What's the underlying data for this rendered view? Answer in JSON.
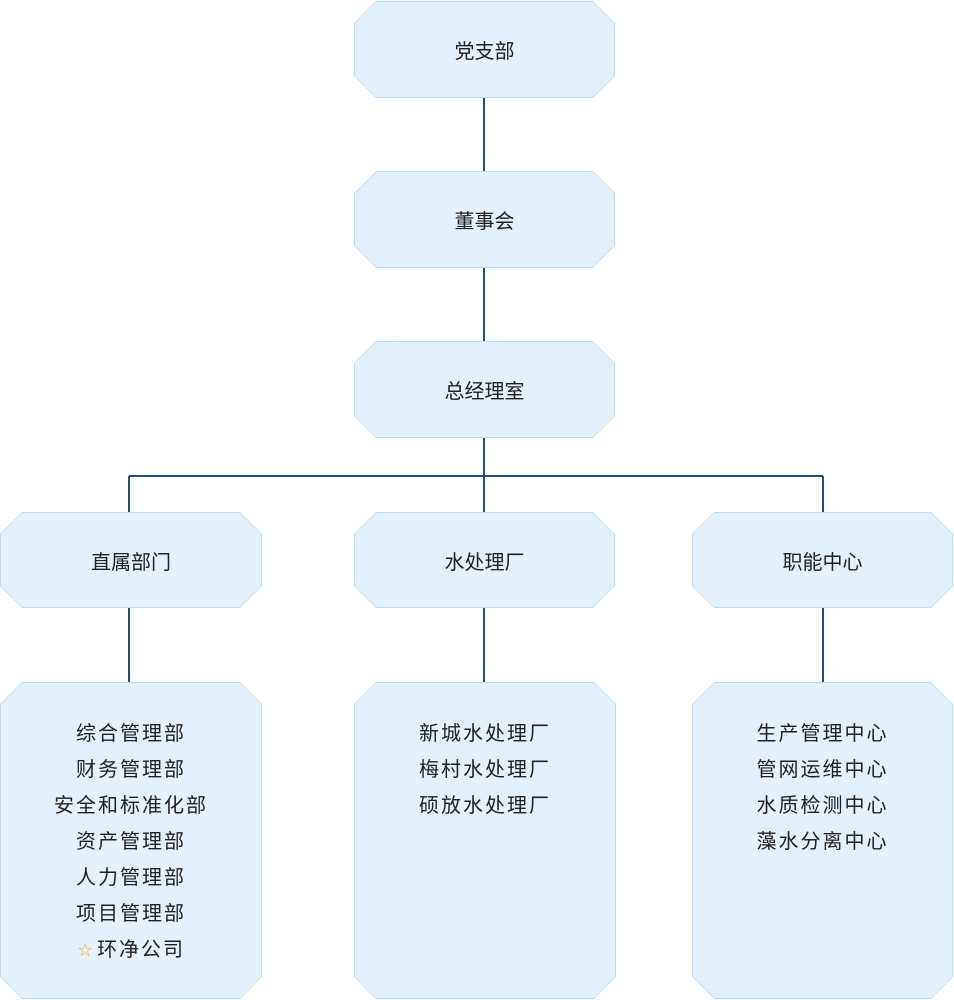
{
  "diagram": {
    "nodes": {
      "party_branch": "党支部",
      "board": "董事会",
      "gm_office": "总经理室",
      "direct_depts": "直属部门",
      "water_plants": "水处理厂",
      "function_centers": "职能中心"
    },
    "lists": {
      "direct_depts": [
        "综合管理部",
        "财务管理部",
        "安全和标准化部",
        "资产管理部",
        "人力管理部",
        "项目管理部",
        "环净公司"
      ],
      "water_plants": [
        "新城水处理厂",
        "梅村水处理厂",
        "硕放水处理厂"
      ],
      "function_centers": [
        "生产管理中心",
        "管网运维中心",
        "水质检测中心",
        "藻水分离中心"
      ]
    },
    "colors": {
      "box_fill": "#e3f1fc",
      "box_border": "#bcdcf5",
      "connector": "#1f4f82",
      "star": "#f5a623"
    },
    "icons": {
      "star": "star-outline-icon"
    }
  }
}
